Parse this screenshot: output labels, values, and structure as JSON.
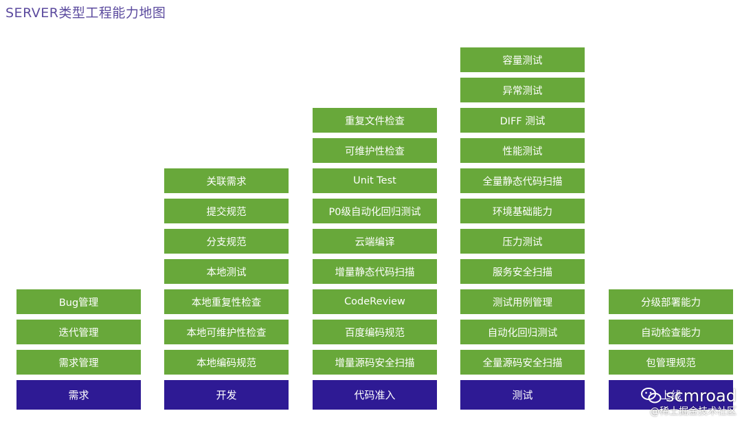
{
  "title": "SERVER类型工程能力地图",
  "columns": [
    {
      "header": "需求",
      "items": [
        "需求管理",
        "迭代管理",
        "Bug管理"
      ]
    },
    {
      "header": "开发",
      "items": [
        "本地编码规范",
        "本地可维护性检查",
        "本地重复性检查",
        "本地测试",
        "分支规范",
        "提交规范",
        "关联需求"
      ]
    },
    {
      "header": "代码准入",
      "items": [
        "增量源码安全扫描",
        "百度编码规范",
        "CodeReview",
        "增量静态代码扫描",
        "云端编译",
        "P0级自动化回归测试",
        "Unit Test",
        "可维护性检查",
        "重复文件检查"
      ]
    },
    {
      "header": "测试",
      "items": [
        "全量源码安全扫描",
        "自动化回归测试",
        "测试用例管理",
        "服务安全扫描",
        "压力测试",
        "环境基础能力",
        "全量静态代码扫描",
        "性能测试",
        "DIFF 测试",
        "异常测试",
        "容量测试"
      ]
    },
    {
      "header": "上线",
      "items": [
        "包管理规范",
        "自动检查能力",
        "分级部署能力"
      ]
    }
  ],
  "watermark": {
    "brand": "scmroad",
    "sub": "@稀土掘金技术社区",
    "icon": "wechat-icon"
  },
  "colors": {
    "item": "#68a83a",
    "header": "#2e1a94",
    "title": "#5b4a9e"
  }
}
